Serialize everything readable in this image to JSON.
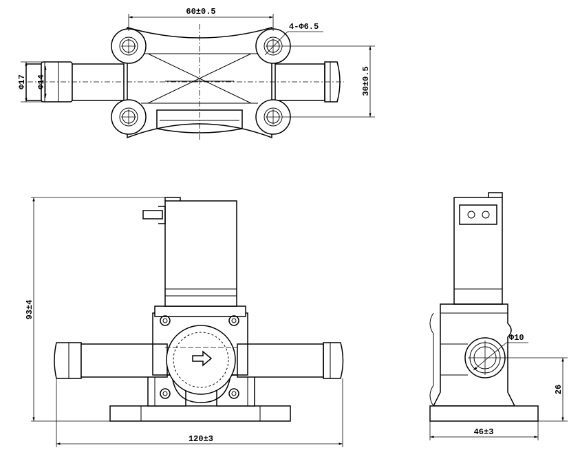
{
  "drawing": {
    "top_view": {
      "bolt_spacing": "60±0.5",
      "hole_callout": "4-Φ6.5",
      "pipe_outer_dia": "Φ17",
      "pipe_inner_dia": "Φ14",
      "vertical_spacing": "30±0.5"
    },
    "front_view": {
      "total_height": "93±4",
      "total_length": "120±3"
    },
    "side_view": {
      "port_dia": "Φ10",
      "port_height": "26",
      "base_width": "46±3"
    }
  }
}
